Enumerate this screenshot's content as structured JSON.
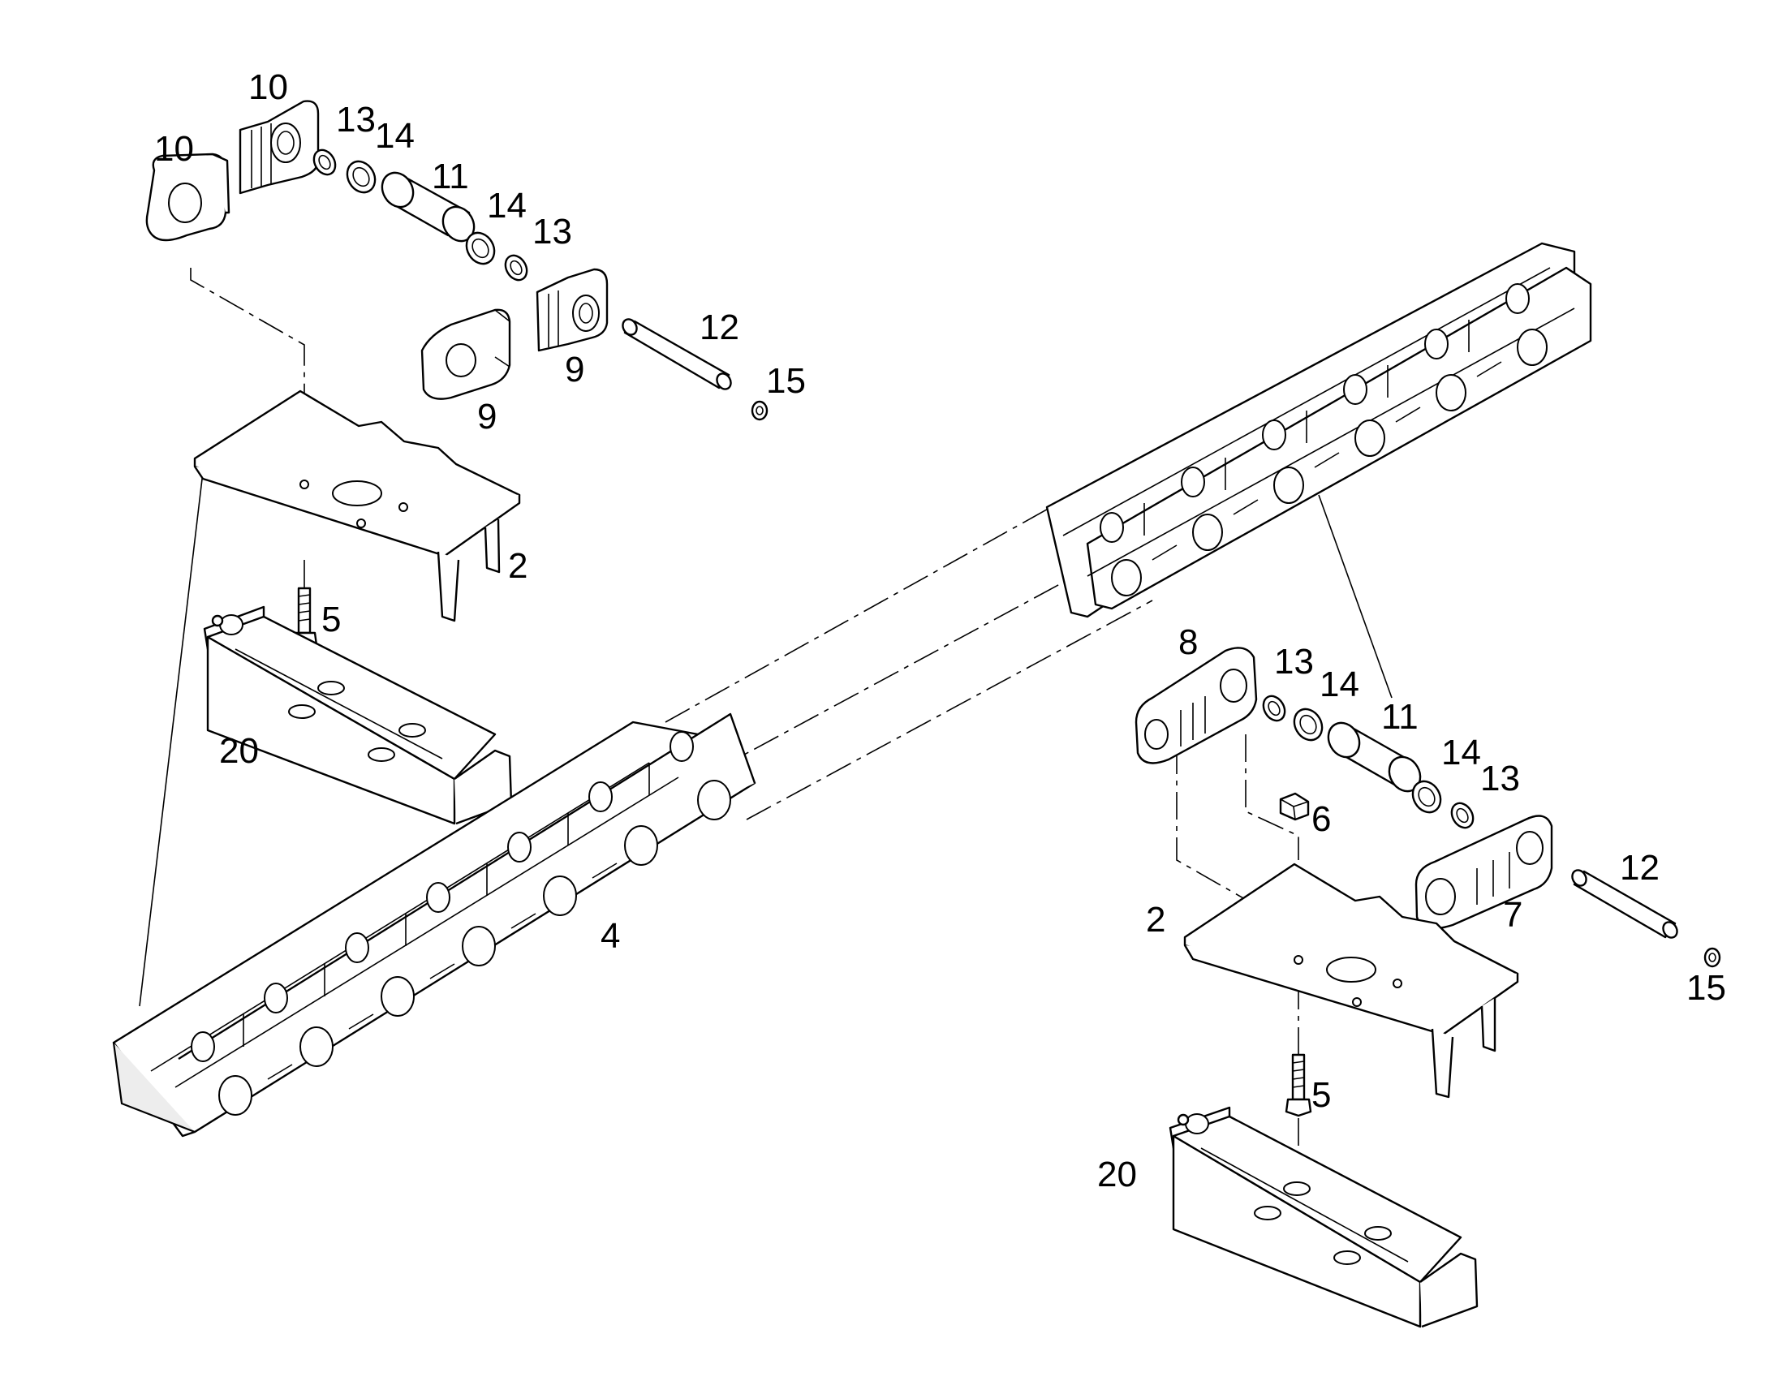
{
  "diagram": {
    "callouts": [
      {
        "id": "c-10a",
        "text": "10"
      },
      {
        "id": "c-10b",
        "text": "10"
      },
      {
        "id": "c-13a",
        "text": "13"
      },
      {
        "id": "c-14a",
        "text": "14"
      },
      {
        "id": "c-11a",
        "text": "11"
      },
      {
        "id": "c-14b",
        "text": "14"
      },
      {
        "id": "c-13b",
        "text": "13"
      },
      {
        "id": "c-12a",
        "text": "12"
      },
      {
        "id": "c-15a",
        "text": "15"
      },
      {
        "id": "c-9a",
        "text": "9"
      },
      {
        "id": "c-9b",
        "text": "9"
      },
      {
        "id": "c-2a",
        "text": "2"
      },
      {
        "id": "c-5a",
        "text": "5"
      },
      {
        "id": "c-20a",
        "text": "20"
      },
      {
        "id": "c-4",
        "text": "4"
      },
      {
        "id": "c-8",
        "text": "8"
      },
      {
        "id": "c-13c",
        "text": "13"
      },
      {
        "id": "c-14c",
        "text": "14"
      },
      {
        "id": "c-11b",
        "text": "11"
      },
      {
        "id": "c-14d",
        "text": "14"
      },
      {
        "id": "c-13d",
        "text": "13"
      },
      {
        "id": "c-6",
        "text": "6"
      },
      {
        "id": "c-12b",
        "text": "12"
      },
      {
        "id": "c-7",
        "text": "7"
      },
      {
        "id": "c-2b",
        "text": "2"
      },
      {
        "id": "c-15b",
        "text": "15"
      },
      {
        "id": "c-5b",
        "text": "5"
      },
      {
        "id": "c-20b",
        "text": "20"
      }
    ]
  }
}
